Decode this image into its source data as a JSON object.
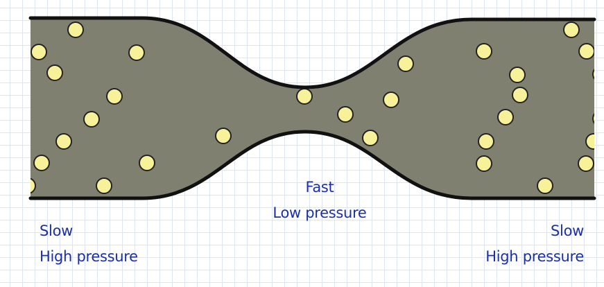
{
  "labels": {
    "left": {
      "speed": "Slow",
      "pressure": "High pressure"
    },
    "middle": {
      "speed": "Fast",
      "pressure": "Low pressure"
    },
    "right": {
      "speed": "Slow",
      "pressure": "High pressure"
    }
  },
  "colors": {
    "fluid": "#7f8070",
    "outline": "#111111",
    "particle_fill": "#f7f29a",
    "particle_stroke": "#222222",
    "text": "#1a2fa8",
    "grid": "#dde6f0"
  }
}
